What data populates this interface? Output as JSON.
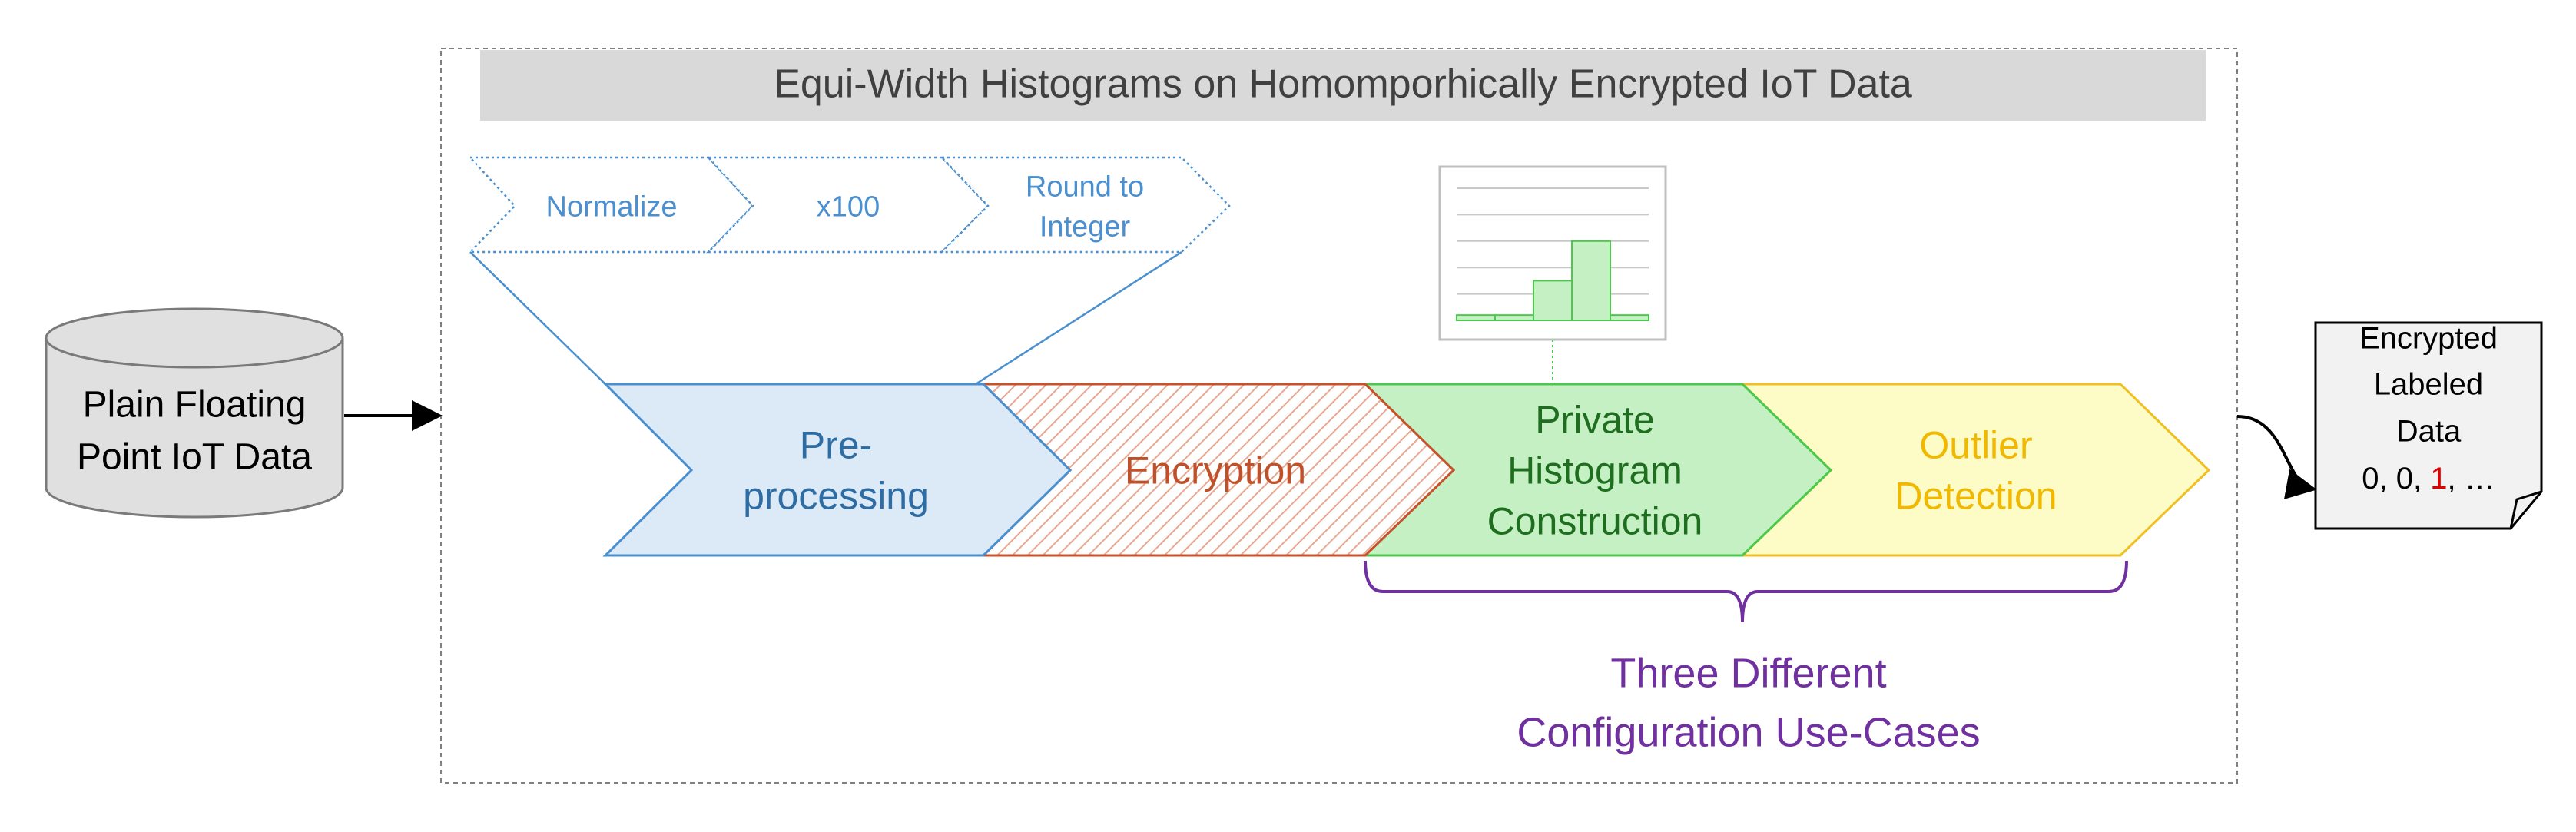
{
  "title": "Equi-Width Histograms on Homomporhically Encrypted IoT Data",
  "input": {
    "line1": "Plain Floating",
    "line2": "Point IoT Data"
  },
  "substeps": [
    {
      "lines": [
        "Normalize"
      ]
    },
    {
      "lines": [
        "x100"
      ]
    },
    {
      "lines": [
        "Round to",
        "Integer"
      ]
    }
  ],
  "stages": [
    {
      "lines": [
        "Pre-",
        "processing"
      ]
    },
    {
      "lines": [
        "Encryption"
      ]
    },
    {
      "lines": [
        "Private",
        "Histogram",
        "Construction"
      ]
    },
    {
      "lines": [
        "Outlier",
        "Detection"
      ]
    }
  ],
  "brace_label": {
    "line1": "Three Different",
    "line2": "Configuration Use-Cases"
  },
  "output": {
    "line1": "Encrypted",
    "line2": "Labeled",
    "line3": "Data",
    "line4": {
      "a": "0, 0, ",
      "b": "1",
      "c": ", …"
    }
  },
  "histogram": {
    "bars": [
      0.04,
      0.04,
      0.3,
      0.6,
      0.04
    ]
  },
  "colors": {
    "preprocessing_fill": "#dce9f7",
    "preprocessing_stroke": "#4a90d0",
    "preprocessing_text": "#2e6da4",
    "encryption_stroke": "#c8502a",
    "encryption_text": "#c0502a",
    "histogram_fill": "#c4f0c4",
    "histogram_stroke": "#4cc94c",
    "histogram_text": "#1f6e1f",
    "outlier_fill": "#fdfbc6",
    "outlier_stroke": "#f0c020",
    "outlier_text": "#f0b800",
    "substep_text": "#4a90d0",
    "brace": "#7030a0",
    "highlight": "#e00000"
  }
}
